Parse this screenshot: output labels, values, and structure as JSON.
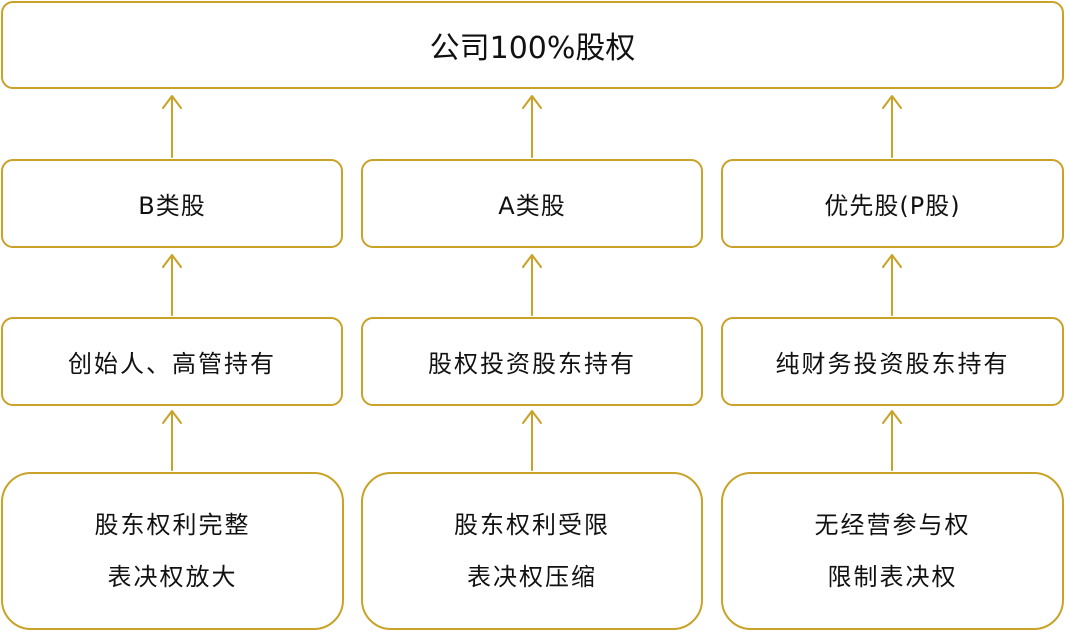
{
  "top": {
    "label": "公司100%股权"
  },
  "columns": [
    {
      "share_class": "B类股",
      "holder": "创始人、高管持有",
      "rights_line1": "股东权利完整",
      "rights_line2": "表决权放大"
    },
    {
      "share_class": "A类股",
      "holder": "股权投资股东持有",
      "rights_line1": "股东权利受限",
      "rights_line2": "表决权压缩"
    },
    {
      "share_class": "优先股(P股)",
      "holder": "纯财务投资股东持有",
      "rights_line1": "无经营参与权",
      "rights_line2": "限制表决权"
    }
  ],
  "colors": {
    "border": "#c9a227",
    "arrow": "#c9a227"
  }
}
